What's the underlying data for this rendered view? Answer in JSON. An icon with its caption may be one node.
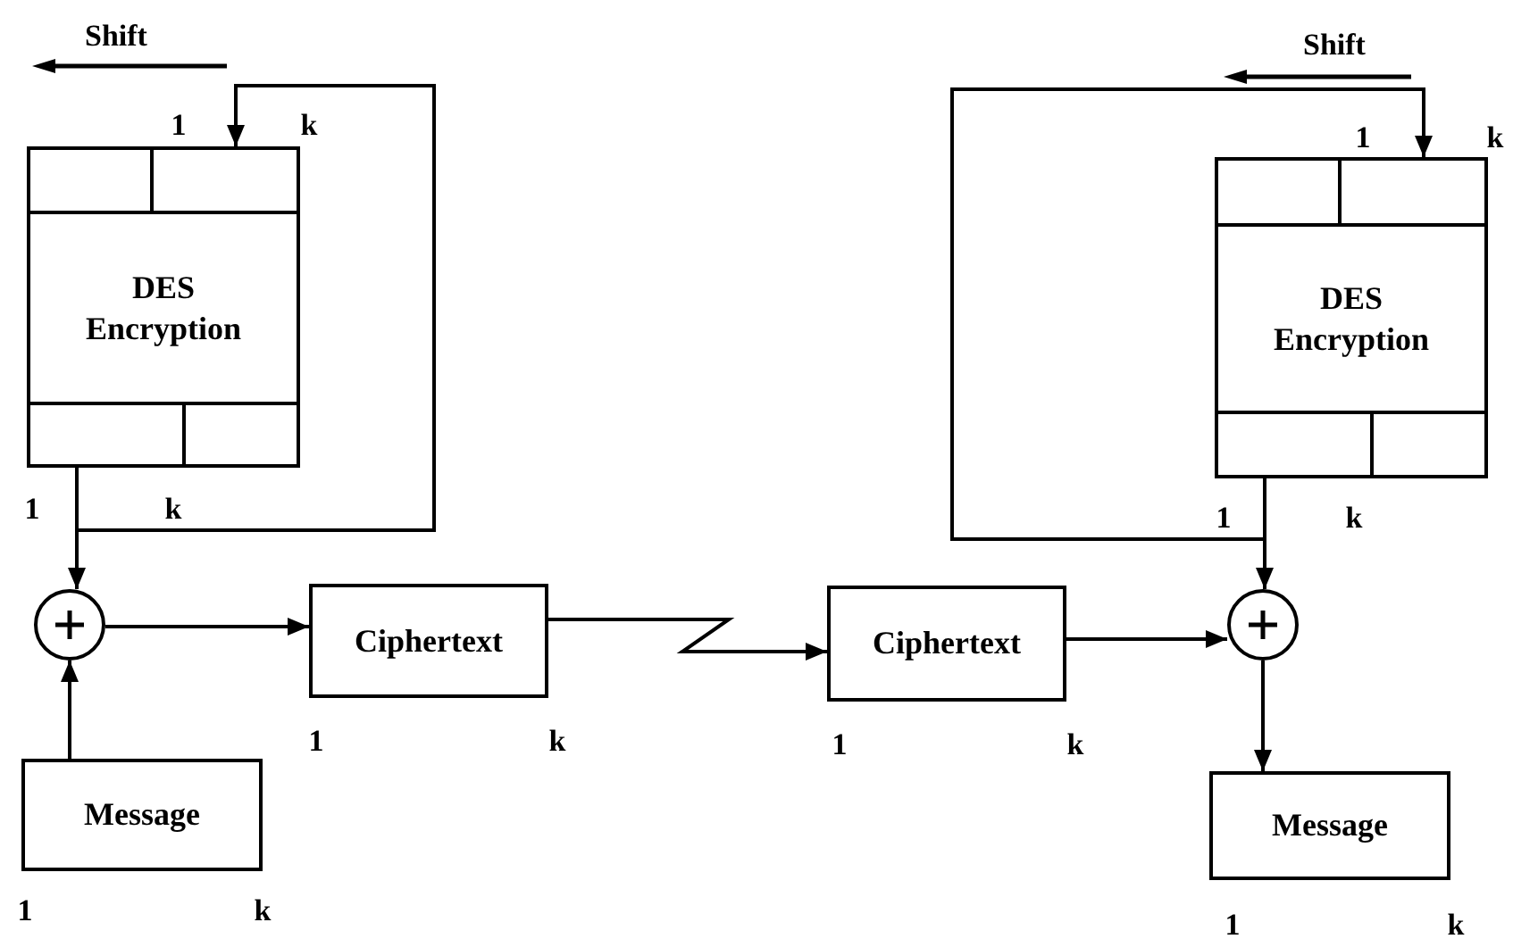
{
  "diagram": {
    "nodes": [
      {
        "text": [
          "DES Encryption"
        ],
        "beside": [
          "1",
          "k",
          "1",
          "k"
        ]
      },
      {
        "text": [],
        "shape": "circle"
      },
      {
        "text": [
          "Ciphertext"
        ],
        "beside": [
          "1",
          "k"
        ]
      },
      {
        "text": [
          "Message"
        ],
        "beside": [
          "1",
          "k"
        ]
      },
      {
        "text": [
          "Ciphertext"
        ],
        "beside": [
          "1",
          "k"
        ]
      },
      {
        "text": [],
        "shape": "circle"
      },
      {
        "text": [
          "Message"
        ],
        "beside": [
          "1",
          "k"
        ]
      },
      {
        "text": [
          "DES Encryption"
        ],
        "beside": [
          "1",
          "k",
          "1",
          "k"
        ]
      }
    ],
    "edges": [
      {
        "from": 0,
        "to": 1,
        "arrow": "to"
      },
      {
        "from": 0,
        "to": 0,
        "arrow": "to"
      },
      {
        "from": 3,
        "to": 1,
        "arrow": "to"
      },
      {
        "from": 1,
        "to": 2,
        "arrow": "to"
      },
      {
        "from": 2,
        "to": 4,
        "arrow": "to"
      },
      {
        "from": 4,
        "to": 5,
        "arrow": "to"
      },
      {
        "from": 7,
        "to": 5,
        "arrow": "to"
      },
      {
        "from": 7,
        "to": 7,
        "arrow": "to"
      },
      {
        "from": 5,
        "to": 6,
        "arrow": "to"
      }
    ],
    "labels": [
      "Shift",
      "Shift"
    ]
  }
}
